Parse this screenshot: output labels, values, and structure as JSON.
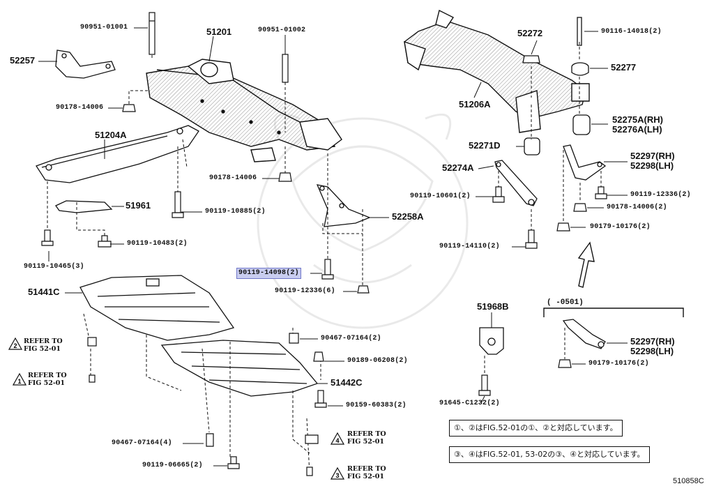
{
  "diagram_code": "510858C",
  "bracket_note": "(      -0501)",
  "notes": [
    "①、②はFIG.52-01の①、②と対応しています。",
    "③、④はFIG.52-01, 53-02の③、④と対応しています。"
  ],
  "refs": [
    {
      "num": "2",
      "line1": "REFER TO",
      "line2": "FIG 52-01"
    },
    {
      "num": "1",
      "line1": "REFER TO",
      "line2": "FIG 52-01"
    },
    {
      "num": "4",
      "line1": "REFER TO",
      "line2": "FIG 52-01"
    },
    {
      "num": "3",
      "line1": "REFER TO",
      "line2": "FIG 52-01"
    }
  ],
  "labels": {
    "p90951_01001": "90951-01001",
    "p51201": "51201",
    "p90951_01002": "90951-01002",
    "p52257": "52257",
    "p90178_14006_a": "90178-14006",
    "p51204A": "51204A",
    "p90178_14006_b": "90178-14006",
    "p51961": "51961",
    "p90119_10885": "90119-10885(2)",
    "p90119_10483": "90119-10483(2)",
    "p90119_10465": "90119-10465(3)",
    "p52258A": "52258A",
    "p90119_14098": "90119-14098(2)",
    "p90119_12336_6": "90119-12336(6)",
    "p51441C": "51441C",
    "p90467_07164_2": "90467-07164(2)",
    "p90189_06208": "90189-06208(2)",
    "p51442C": "51442C",
    "p90159_60383": "90159-60383(2)",
    "p90467_07164_4": "90467-07164(4)",
    "p90119_06665": "90119-06665(2)",
    "p52272": "52272",
    "p90116_14018": "90116-14018(2)",
    "p52277": "52277",
    "p51206A": "51206A",
    "p52275A": "52275A(RH)",
    "p52276A": "52276A(LH)",
    "p52271D": "52271D",
    "p52297_a": "52297(RH)",
    "p52298_a": "52298(LH)",
    "p52274A": "52274A",
    "p90119_10601": "90119-10601(2)",
    "p90119_12336_2": "90119-12336(2)",
    "p90178_14006_c": "90178-14006(2)",
    "p90179_10176_a": "90179-10176(2)",
    "p90119_14110": "90119-14110(2)",
    "p51968B": "51968B",
    "p52297_b": "52297(RH)",
    "p52298_b": "52298(LH)",
    "p90179_10176_b": "90179-10176(2)",
    "p91645_C1232": "91645-C1232(2)"
  }
}
